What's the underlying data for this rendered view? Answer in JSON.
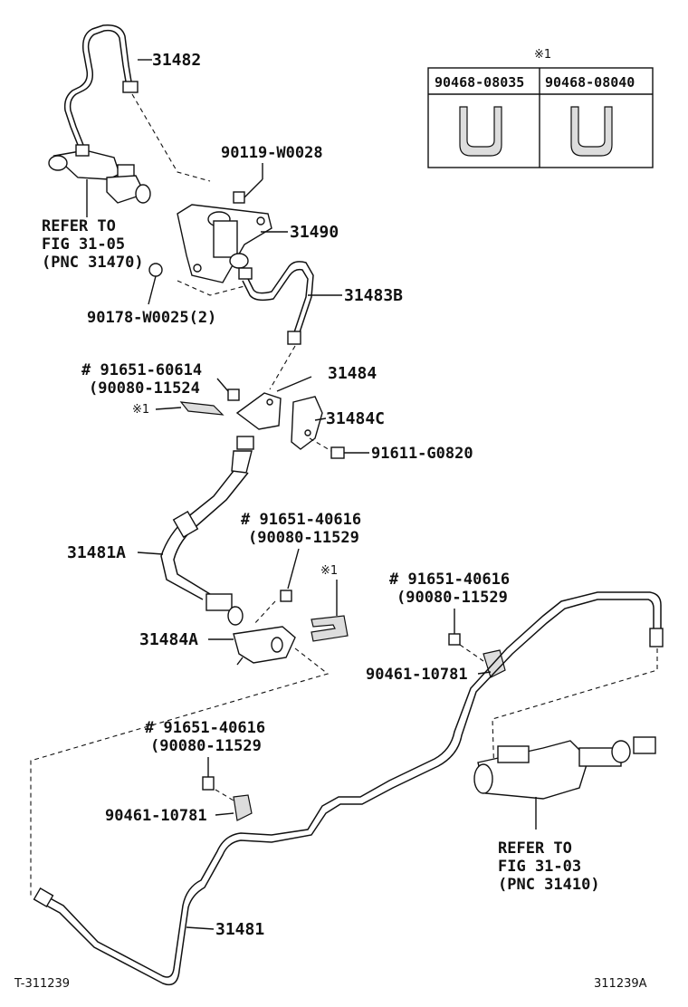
{
  "diagram": {
    "labels": {
      "p31482": "31482",
      "p90119": "90119-W0028",
      "refer1_l1": "REFER TO",
      "refer1_l2": "FIG 31-05",
      "refer1_l3": "(PNC 31470)",
      "p31490": "31490",
      "p31483b": "31483B",
      "p90178": "90178-W0025(2)",
      "p91651_60614": "# 91651-60614",
      "p90080_11524": "(90080-11524",
      "p31484": "31484",
      "mark1_a": "※1",
      "p31484c": "31484C",
      "p91611": "91611-G0820",
      "p91651_40616_a": "# 91651-40616",
      "p90080_11529_a": "(90080-11529",
      "p31481a": "31481A",
      "mark1_b": "※1",
      "p91651_40616_b": "# 91651-40616",
      "p90080_11529_b": "(90080-11529",
      "p31484a": "31484A",
      "p90461_a": "90461-10781",
      "p91651_40616_c": "# 91651-40616",
      "p90080_11529_c": "(90080-11529",
      "p90461_b": "90461-10781",
      "refer2_l1": "REFER TO",
      "refer2_l2": "FIG 31-03",
      "refer2_l3": "(PNC 31410)",
      "p31481": "31481",
      "footer_left": "T-311239",
      "footer_right": "311239A"
    },
    "table": {
      "mark": "※1",
      "col1": "90468-08035",
      "col2": "90468-08040"
    }
  }
}
